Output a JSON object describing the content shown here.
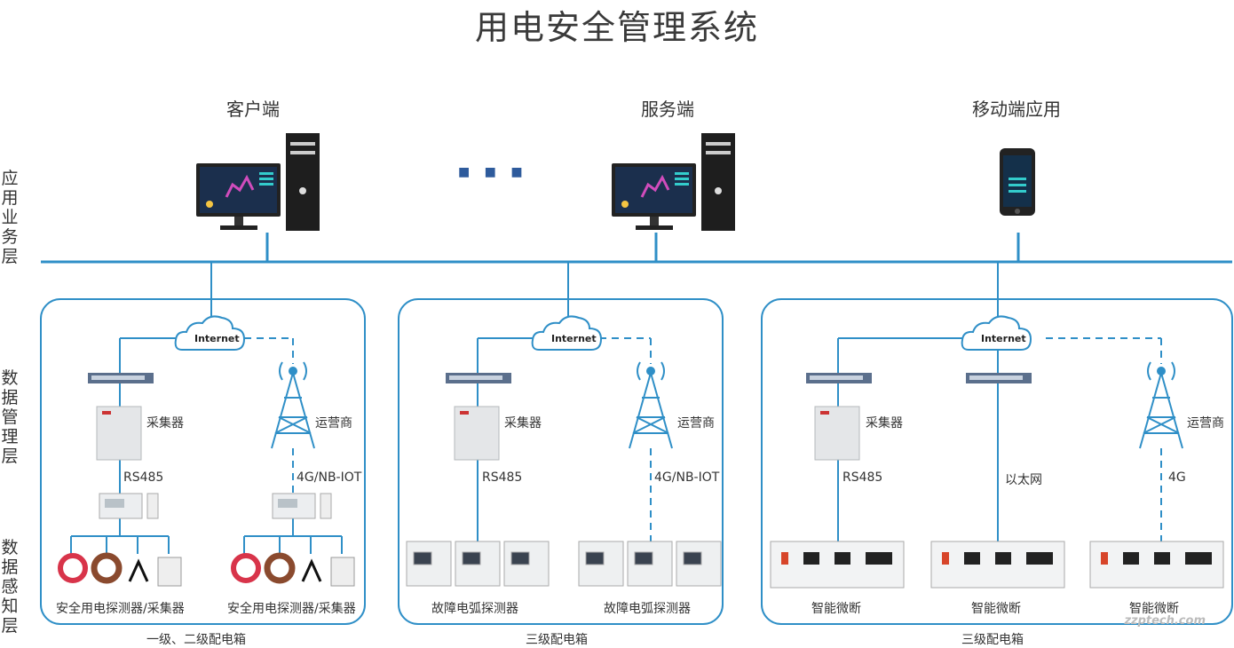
{
  "title": "用电安全管理系统",
  "top_labels": {
    "client": "客户端",
    "server": "服务端",
    "mobile": "移动端应用",
    "ellipsis": "■ ■ ■"
  },
  "layers": {
    "app": "应用业务层",
    "data_mgmt": "数据管理层",
    "sensing": "数据感知层"
  },
  "panels": [
    {
      "internet": "Internet",
      "collector": "采集器",
      "carrier": "运营商",
      "left_link": "RS485",
      "right_link": "4G/NB-IOT",
      "left_devices": "安全用电探测器/采集器",
      "right_devices": "安全用电探测器/采集器",
      "footer": "一级、二级配电箱"
    },
    {
      "internet": "Internet",
      "collector": "采集器",
      "carrier": "运营商",
      "left_link": "RS485",
      "right_link": "4G/NB-IOT",
      "left_devices": "故障电弧探测器",
      "right_devices": "故障电弧探测器",
      "footer": "三级配电箱"
    },
    {
      "internet": "Internet",
      "collector": "采集器",
      "carrier": "运营商",
      "left_link": "RS485",
      "mid_link": "以太网",
      "right_link": "4G",
      "left_devices": "智能微断",
      "mid_devices": "智能微断",
      "right_devices": "智能微断",
      "footer": "三级配电箱"
    }
  ],
  "watermark": "zzptech.com",
  "colors": {
    "line": "#2f8fc7",
    "box": "#2f8fc7",
    "accent": "#2e5b9c"
  }
}
